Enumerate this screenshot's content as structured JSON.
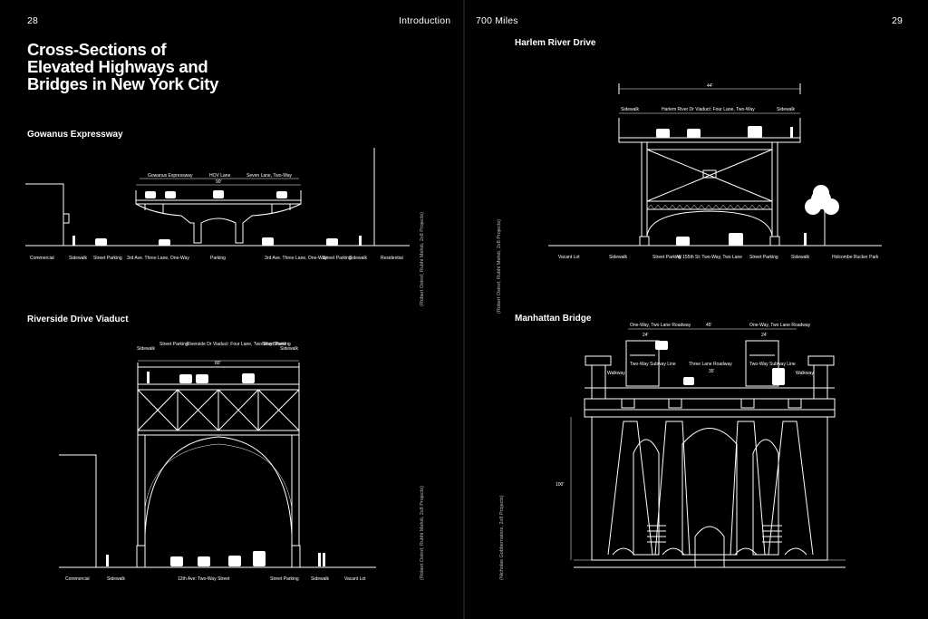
{
  "left_page": {
    "number": "28",
    "running_head": "Introduction",
    "title": "Cross-Sections of Elevated Highways and Bridges in New York City",
    "gowanus": {
      "heading": "Gowanus Expressway",
      "top_labels": [
        "Gowanus Expressway",
        "HOV Lane",
        "Seven Lane, Two-Way"
      ],
      "width_label": "90'",
      "bottom_labels": [
        "Commercial",
        "Sidewalk",
        "Street Parking",
        "3rd Ave. Three Lane, One-Way",
        "Parking",
        "3rd Ave. Three Lane, One-Way",
        "Street Parking",
        "Sidewalk",
        "Residential"
      ],
      "credit": "(Robert Ostrof, Rubhi Mehdi, 2x8 Projects)"
    },
    "riverside": {
      "heading": "Riverside Drive Viaduct",
      "top_labels": [
        "Sidewalk",
        "Street Parking",
        "Riverside Dr Viaduct: Four Lane, Two-Way Street",
        "Street Parking",
        "Sidewalk"
      ],
      "width_label": "80'",
      "bottom_labels": [
        "Commercial",
        "Sidewalk",
        "12th Ave: Two-Way Street",
        "Street Parking",
        "Sidewalk",
        "Vacant Lot"
      ],
      "credit": "(Robert Ostrof, Rubhi Mehdi, 2x8 Projects)"
    }
  },
  "right_page": {
    "number": "29",
    "running_head": "700 Miles",
    "harlem": {
      "heading": "Harlem River Drive",
      "width_label": "44'",
      "top_labels": [
        "Sidewalk",
        "Harlem River Dr Viaduct: Four Lane, Two-Way",
        "Sidewalk"
      ],
      "bottom_labels": [
        "Vacant Lot",
        "Sidewalk",
        "Street Parking",
        "W 155th St: Two-Way, Two Lane",
        "Street Parking",
        "Sidewalk",
        "Holcombe Rucker Park"
      ],
      "credit": "(Robert Ostrof, Rubhi Mehdi, 2x8 Projects)"
    },
    "manhattan": {
      "heading": "Manhattan Bridge",
      "top_left": "One-Way, Two Lane Roadway",
      "top_left_dim": "24'",
      "top_center_dim": "45'",
      "top_right": "One-Way, Two Lane Roadway",
      "top_right_dim": "24'",
      "walkway_left": "Walkway",
      "subway_left": "Two-Way Subway Line",
      "roadway_center": "Three Lane Roadway",
      "roadway_center_dim": "35'",
      "subway_right": "Two-Way Subway Line",
      "walkway_right": "Walkway",
      "height_label": "100'",
      "credit": "(Nicholas Gobbernatore, 2x8 Projects)"
    }
  }
}
